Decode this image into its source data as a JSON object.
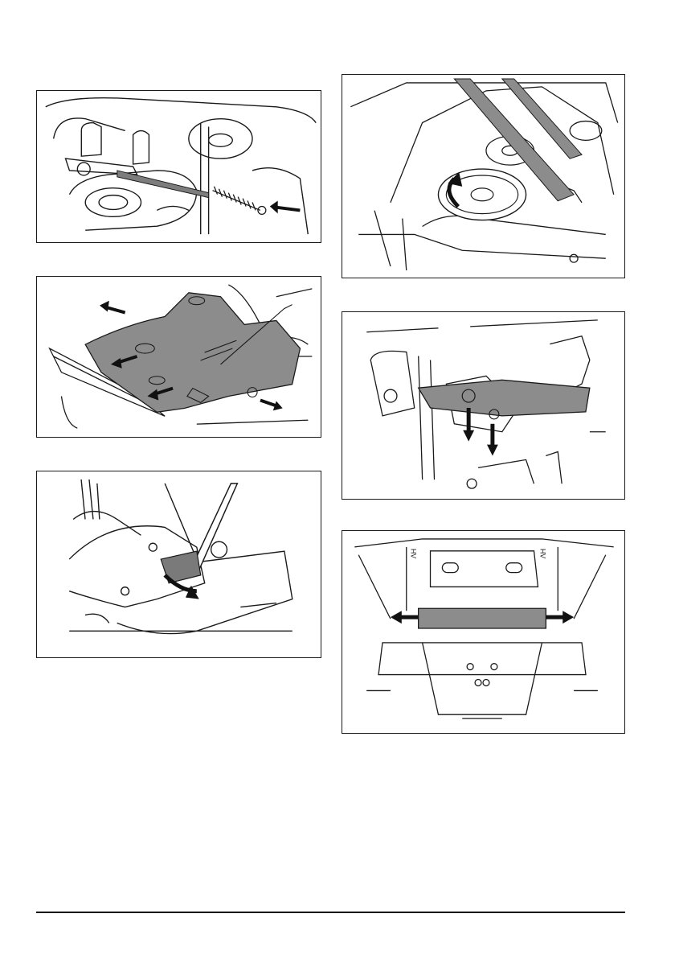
{
  "figures": [
    {
      "id": "fig1",
      "name": "idler-spring-removal-figure"
    },
    {
      "id": "fig2",
      "name": "belt-cover-removal-figure"
    },
    {
      "id": "fig3",
      "name": "bracket-pry-figure"
    },
    {
      "id": "fig4",
      "name": "pulley-belt-rotation-figure"
    },
    {
      "id": "fig5",
      "name": "deck-bracket-bolts-figure"
    },
    {
      "id": "fig6",
      "name": "deck-front-release-figure"
    }
  ],
  "fig6_labels": {
    "left": "HV",
    "right": "HV"
  },
  "colors": {
    "line": "#1a1a1a",
    "highlight": "#8c8c8c",
    "arrow": "#111111"
  }
}
